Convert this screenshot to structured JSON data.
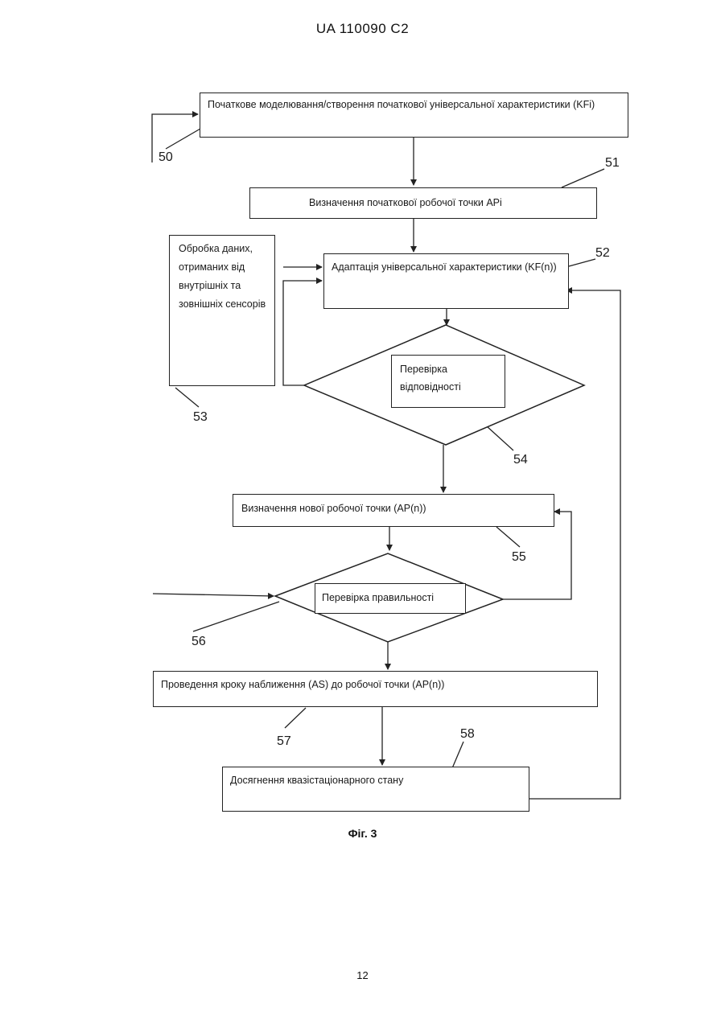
{
  "header": {
    "text": "UA   110090   C2"
  },
  "blocks": {
    "b50": {
      "text": "Початкове моделювання/створення початкової універсальної характеристики (KFi)",
      "ref": "50"
    },
    "b51": {
      "text": "Визначення початкової робочої точки APi",
      "ref": "51"
    },
    "b52": {
      "text": "Адаптація універсальної характеристики (KF(n))",
      "ref": "52"
    },
    "b53": {
      "text": "Обробка даних, отриманих від внутрішніх та зовнішніх сенсорів",
      "ref": "53"
    },
    "b54": {
      "text": "Перевірка відповідності",
      "ref": "54"
    },
    "b55": {
      "text": "Визначення нової робочої точки (AP(n))",
      "ref": "55"
    },
    "b56": {
      "text": "Перевірка правильності",
      "ref": "56"
    },
    "b57": {
      "text": "Проведення кроку наближення (AS) до робочої точки (AP(n))",
      "ref": "57"
    },
    "b58": {
      "text": "Досягнення квазістаціонарного стану",
      "ref": "58"
    }
  },
  "caption": "Фіг. 3",
  "page_number": "12"
}
